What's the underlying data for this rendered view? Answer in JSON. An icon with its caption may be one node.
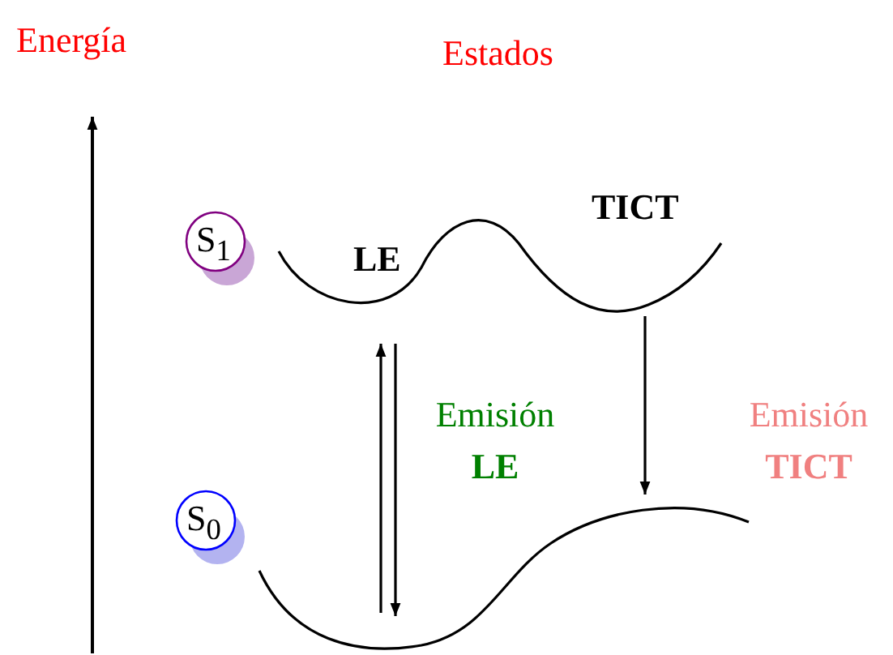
{
  "diagram": {
    "nodes": [
      {
        "text": [
          "S$_{1}$"
        ]
      },
      {
        "text": [
          "S$_{0}$"
        ]
      },
      {
        "text": [
          "LE",
          "TICT"
        ]
      },
      {
        "text": [],
        "shape": "curve"
      }
    ],
    "edges": [
      {
        "from": 3,
        "to": 2,
        "arrow": "to"
      },
      {
        "from": 2,
        "to": 3,
        "arrow": "to",
        "label": "Emisión **LE**"
      },
      {
        "from": 2,
        "to": 3,
        "arrow": "to",
        "label": "Emisión **TICT**"
      }
    ],
    "labels": [
      "Energía",
      "Estados"
    ]
  }
}
